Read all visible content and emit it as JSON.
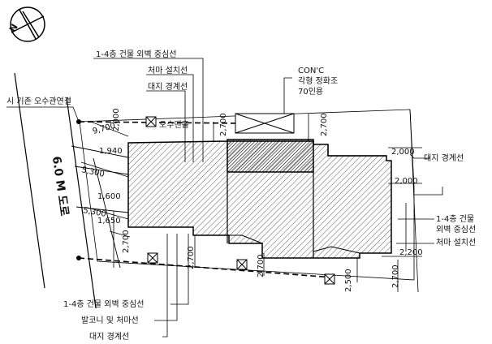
{
  "north": {
    "label": "N"
  },
  "road": {
    "label": "6.0 M 도로"
  },
  "labels": {
    "wall_center_top": "1-4층 건물 외벽 중심선",
    "eave_top": "처마 설치선",
    "boundary_top": "대지 경계선",
    "sewer_connect": "시 기존 오수관연결",
    "sewer_outlet": "오수맨홀",
    "concrete": "CON'C",
    "septic_type": "각형 정화조",
    "septic_capacity": "70인용",
    "wall_center_bottom": "1-4층 건물 외벽 중심선",
    "balcony": "발코니 및 처마선",
    "boundary_bottom": "대지 경계선",
    "boundary_right": "대지 경계선",
    "wall_center_right_1": "1-4층 건물",
    "wall_center_right_2": "외벽 중심선",
    "eave_right": "처마 설치선"
  },
  "dims": {
    "d_9700": "9,700",
    "d_2000": "2,000",
    "d_1940": "1,940",
    "d_5300a": "5,300",
    "d_1600": "1,600",
    "d_5300b": "5,300",
    "d_1650": "1,650",
    "d_2700_left": "2,700",
    "d_2700_top_mid": "2,700",
    "d_2700_top_right": "2,700",
    "d_2000_right_a": "2,000",
    "d_2000_right_b": "2,000",
    "d_2200": "2,200",
    "d_2700_bottom_a": "2,700",
    "d_2700_bottom_b": "2,700",
    "d_2500": "2,500",
    "d_2700_bottom_right": "2,700"
  }
}
